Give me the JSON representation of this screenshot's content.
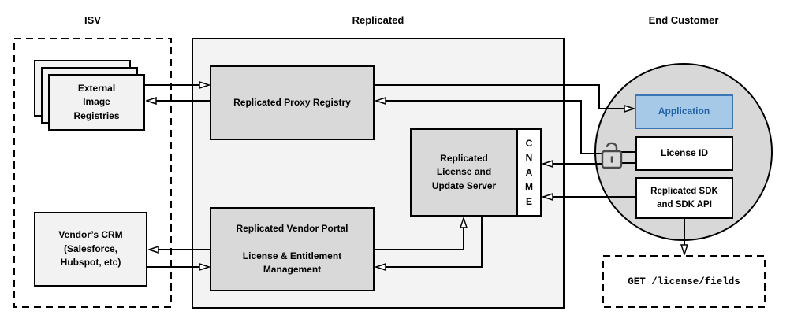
{
  "sections": {
    "isv": {
      "label": "ISV"
    },
    "replicated": {
      "label": "Replicated"
    },
    "end_customer": {
      "label": "End Customer"
    }
  },
  "nodes": {
    "external_registries": {
      "label": "External\nImage\nRegistries"
    },
    "vendors_crm": {
      "label": "Vendor’s CRM\n(Salesforce,\nHubspot, etc)"
    },
    "proxy_registry": {
      "label": "Replicated Proxy Registry"
    },
    "vendor_portal": {
      "label": "Replicated Vendor Portal\n\nLicense & Entitlement\nManagement"
    },
    "update_server": {
      "label": "Replicated\nLicense and\nUpdate Server"
    },
    "cname": {
      "label": "C\nN\nA\nM\nE"
    },
    "application": {
      "label": "Application"
    },
    "license_id": {
      "label": "License ID"
    },
    "sdk": {
      "label": "Replicated SDK\nand SDK API"
    },
    "get_endpoint": {
      "label": "GET /license/fields"
    }
  },
  "icons": {
    "unlock": "open-padlock-icon"
  },
  "colors": {
    "background": "#ffffff",
    "panel_fill": "#f3f3f3",
    "node_gray": "#d9d9d9",
    "node_light": "#f2f2f2",
    "circle_fill": "#d8d8d8",
    "application_fill": "#a6c9e8",
    "application_border": "#3a76b4",
    "application_text": "#2162a5",
    "line": "#000000"
  }
}
